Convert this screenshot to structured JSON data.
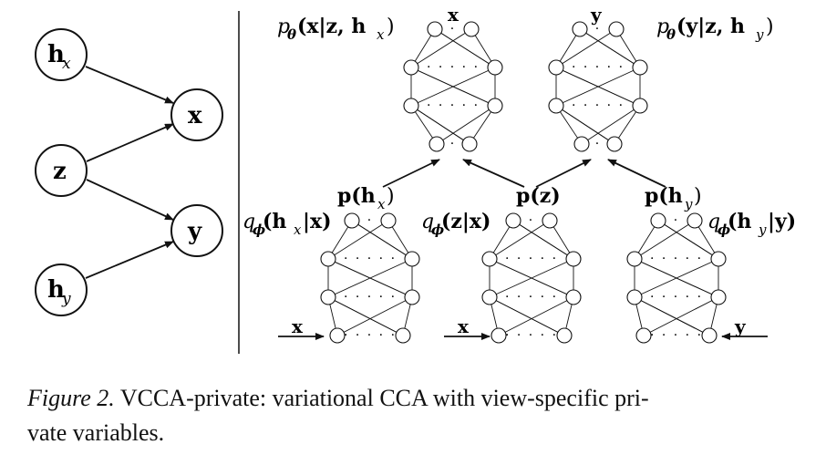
{
  "graphical_model": {
    "nodes": [
      {
        "id": "hx",
        "label": "h",
        "sub": "x"
      },
      {
        "id": "z",
        "label": "z",
        "sub": ""
      },
      {
        "id": "hy",
        "label": "h",
        "sub": "y"
      },
      {
        "id": "x",
        "label": "x",
        "sub": ""
      },
      {
        "id": "y",
        "label": "y",
        "sub": ""
      }
    ]
  },
  "networks": {
    "decoder_x": {
      "label": "p",
      "label_sub": "θ",
      "label_args": "(x|z, h",
      "label_args_sub": "x",
      "label_close": ")",
      "top_var": "x"
    },
    "decoder_y": {
      "label": "p",
      "label_sub": "θ",
      "label_args": "(y|z, h",
      "label_args_sub": "y",
      "label_close": ")",
      "top_var": "y"
    },
    "encoder_hx": {
      "label": "q",
      "label_sub": "ϕ",
      "label_args": "(h",
      "label_args_sub": "x",
      "label_close": "|x)",
      "prior": "p(h",
      "prior_sub": "x",
      "prior_close": ")",
      "input": "x"
    },
    "encoder_z": {
      "label": "q",
      "label_sub": "ϕ",
      "label_args": "(z|x)",
      "prior": "p(z)",
      "input": "x"
    },
    "encoder_hy": {
      "label": "q",
      "label_sub": "ϕ",
      "label_args": "(h",
      "label_args_sub": "y",
      "label_close": "|y)",
      "prior": "p(h",
      "prior_sub": "y",
      "prior_close": ")",
      "input": "y"
    }
  },
  "caption": {
    "figure_label": "Figure 2.",
    "text": " VCCA-private: variational CCA with view-specific pri-",
    "text_line2": "vate variables."
  }
}
